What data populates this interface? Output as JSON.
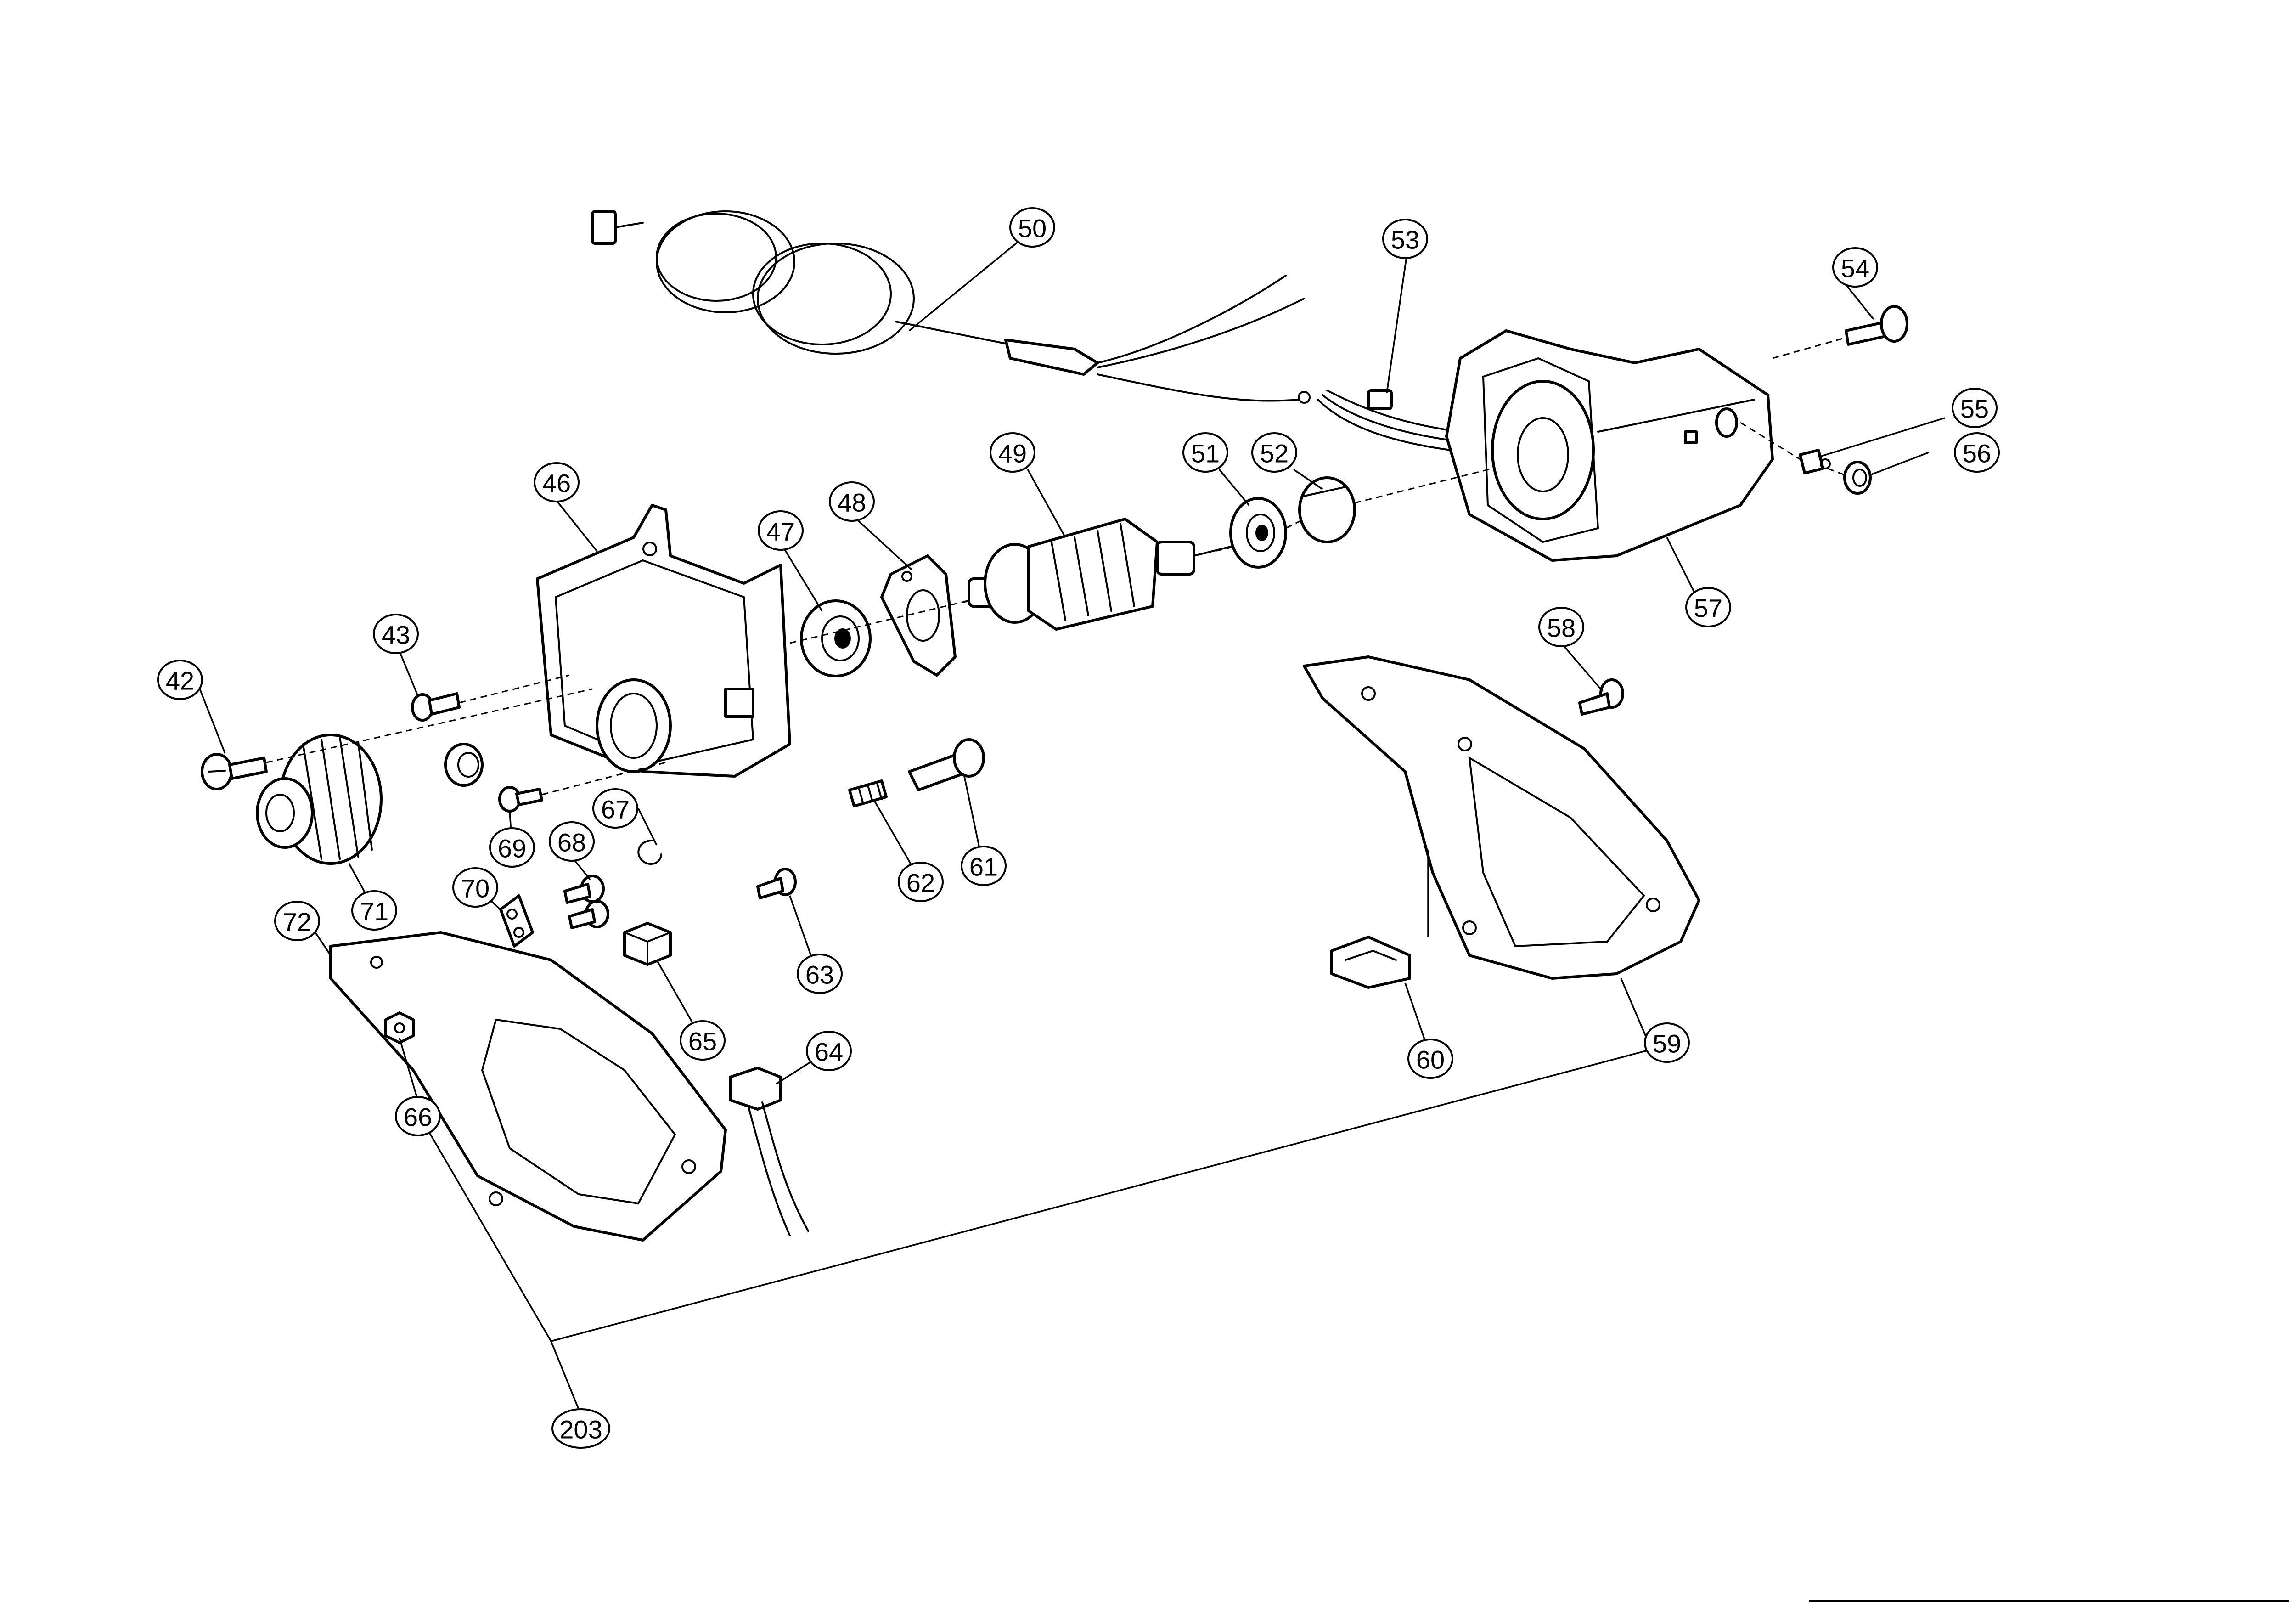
{
  "diagram": {
    "callouts": [
      {
        "id": "42",
        "label": "42"
      },
      {
        "id": "43",
        "label": "43"
      },
      {
        "id": "46",
        "label": "46"
      },
      {
        "id": "47",
        "label": "47"
      },
      {
        "id": "48",
        "label": "48"
      },
      {
        "id": "49",
        "label": "49"
      },
      {
        "id": "50",
        "label": "50"
      },
      {
        "id": "51",
        "label": "51"
      },
      {
        "id": "52",
        "label": "52"
      },
      {
        "id": "53",
        "label": "53"
      },
      {
        "id": "54",
        "label": "54"
      },
      {
        "id": "55",
        "label": "55"
      },
      {
        "id": "56",
        "label": "56"
      },
      {
        "id": "57",
        "label": "57"
      },
      {
        "id": "58",
        "label": "58"
      },
      {
        "id": "59",
        "label": "59"
      },
      {
        "id": "60",
        "label": "60"
      },
      {
        "id": "61",
        "label": "61"
      },
      {
        "id": "62",
        "label": "62"
      },
      {
        "id": "63",
        "label": "63"
      },
      {
        "id": "64",
        "label": "64"
      },
      {
        "id": "65",
        "label": "65"
      },
      {
        "id": "66",
        "label": "66"
      },
      {
        "id": "67",
        "label": "67"
      },
      {
        "id": "68",
        "label": "68"
      },
      {
        "id": "69",
        "label": "69"
      },
      {
        "id": "70",
        "label": "70"
      },
      {
        "id": "71",
        "label": "71"
      },
      {
        "id": "72",
        "label": "72"
      },
      {
        "id": "203",
        "label": "203"
      }
    ]
  }
}
